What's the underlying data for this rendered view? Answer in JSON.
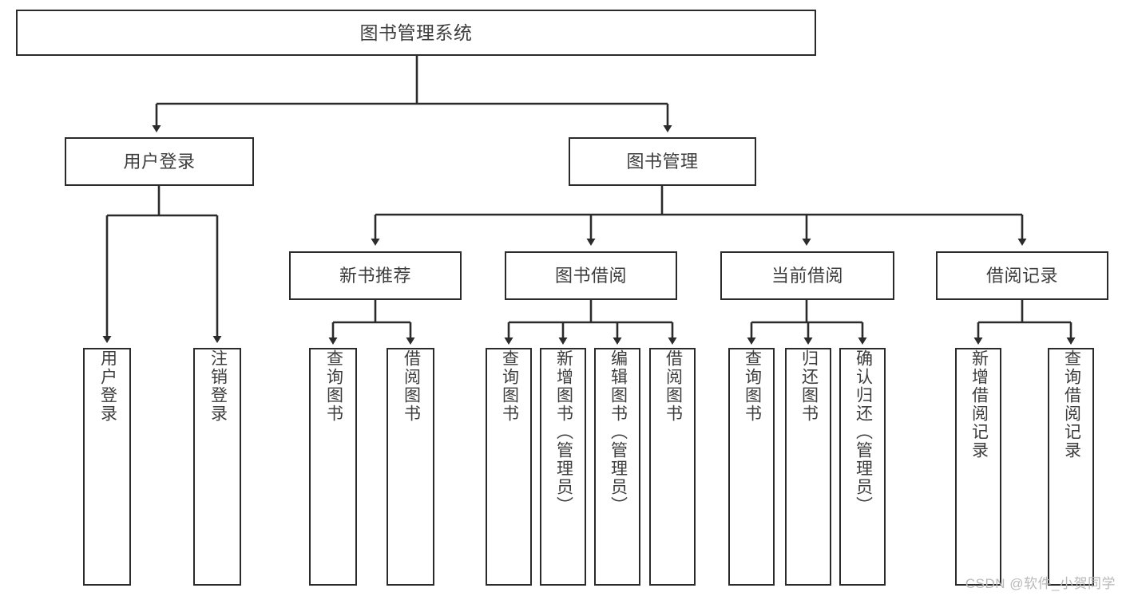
{
  "diagram": {
    "title_node": {
      "id": "root",
      "label": "图书管理系统"
    },
    "level2": [
      {
        "id": "user-login",
        "label": "用户登录"
      },
      {
        "id": "book-manage",
        "label": "图书管理"
      }
    ],
    "level3": [
      {
        "id": "new-book-rec",
        "label": "新书推荐"
      },
      {
        "id": "book-borrow",
        "label": "图书借阅"
      },
      {
        "id": "current-borrow",
        "label": "当前借阅"
      },
      {
        "id": "borrow-record",
        "label": "借阅记录"
      }
    ],
    "leaves": [
      {
        "id": "leaf-user-login",
        "label": "用户登录"
      },
      {
        "id": "leaf-logout-login",
        "label": "注销登录"
      },
      {
        "id": "leaf-query-book-1",
        "label": "查询图书"
      },
      {
        "id": "leaf-borrow-book-1",
        "label": "借阅图书"
      },
      {
        "id": "leaf-query-book-2",
        "label": "查询图书"
      },
      {
        "id": "leaf-add-book",
        "label": "新增图书（管理员）"
      },
      {
        "id": "leaf-edit-book",
        "label": "编辑图书（管理员）"
      },
      {
        "id": "leaf-borrow-book-2",
        "label": "借阅图书"
      },
      {
        "id": "leaf-query-book-3",
        "label": "查询图书"
      },
      {
        "id": "leaf-return-book",
        "label": "归还图书"
      },
      {
        "id": "leaf-confirm-return",
        "label": "确认归还（管理员）"
      },
      {
        "id": "leaf-add-record",
        "label": "新增借阅记录"
      },
      {
        "id": "leaf-query-record",
        "label": "查询借阅记录"
      }
    ],
    "watermark": "CSDN @软件_小贺同学",
    "colors": {
      "stroke": "#2b2b2b",
      "text": "#3d3d3d",
      "background": "#ffffff",
      "watermark": "#b9b9b9"
    }
  }
}
